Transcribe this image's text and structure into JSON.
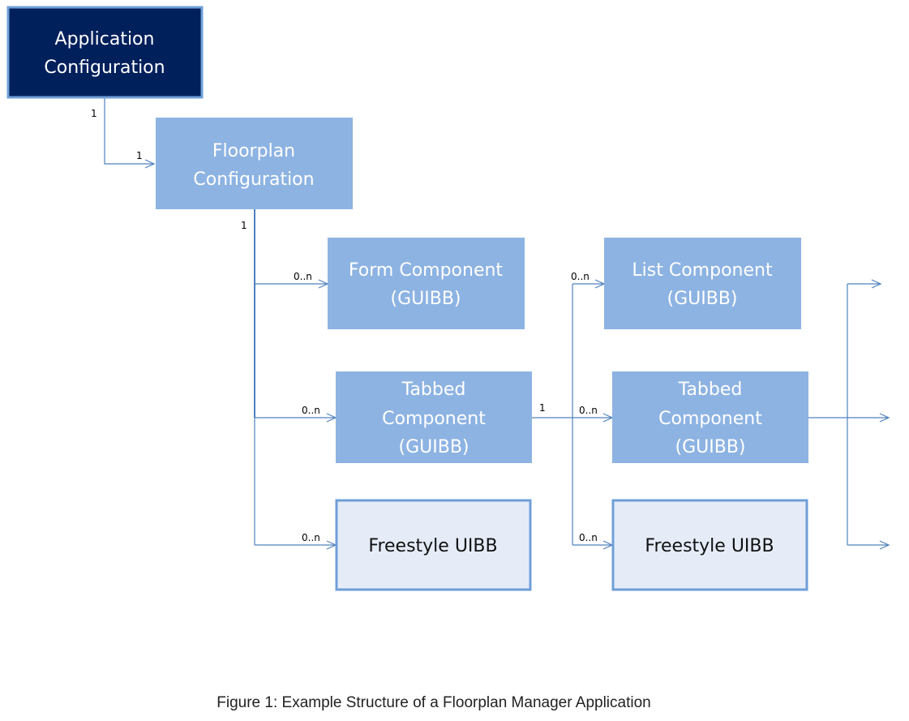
{
  "colors": {
    "app_fill": "#00205b",
    "app_border": "#6f9fd8",
    "component_fill": "#8db3e2",
    "freestyle_fill": "#e5ecf8",
    "freestyle_border": "#6f9fd8",
    "connector": "#4f81bd"
  },
  "boxes": {
    "application": {
      "line1": "Application",
      "line2": "Configuration"
    },
    "floorplan": {
      "line1": "Floorplan",
      "line2": "Configuration"
    },
    "form": {
      "line1": "Form Component",
      "line2": "(GUIBB)"
    },
    "tabbed_left": {
      "line1": "Tabbed",
      "line2": "Component",
      "line3": "(GUIBB)"
    },
    "freestyle_left": {
      "line1": "Freestyle UIBB"
    },
    "list": {
      "line1": "List Component",
      "line2": "(GUIBB)"
    },
    "tabbed_right": {
      "line1": "Tabbed",
      "line2": "Component",
      "line3": "(GUIBB)"
    },
    "freestyle_right": {
      "line1": "Freestyle UIBB"
    }
  },
  "multiplicities": {
    "app_to_floorplan_src": "1",
    "app_to_floorplan_dst": "1",
    "floorplan_src": "1",
    "to_form": "0..n",
    "to_tabbed_left": "0..n",
    "to_freestyle_left": "0..n",
    "tabbed_src": "1",
    "to_list": "0..n",
    "to_tabbed_right": "0..n",
    "to_freestyle_right": "0..n"
  },
  "caption": "Figure 1: Example Structure of a Floorplan Manager Application"
}
